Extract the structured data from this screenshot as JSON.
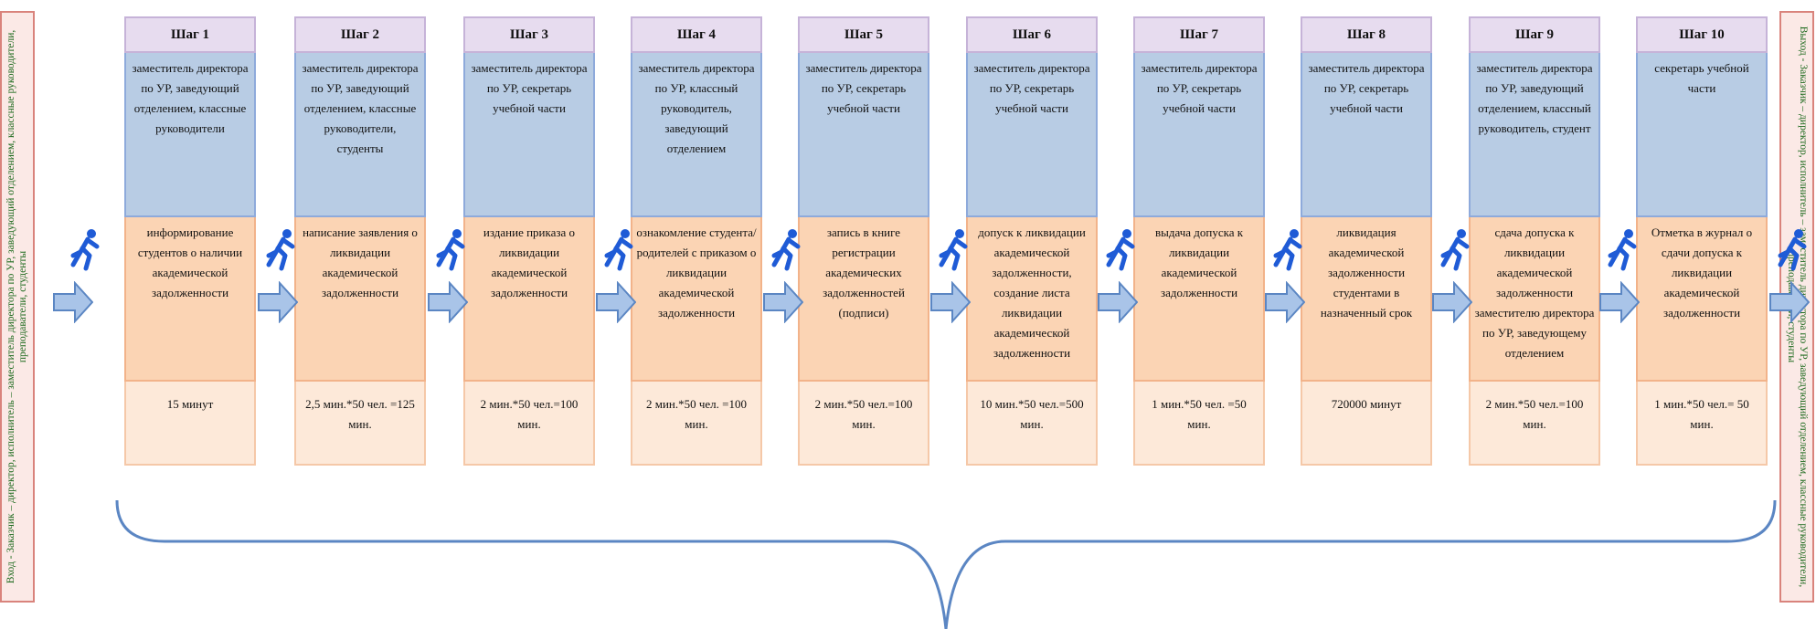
{
  "left_label": "Вход - Заказчик – директор, исполнитель – заместитель директора по УР, заведующий отделением, классные руководители, преподаватели, студенты",
  "right_label": "Выход - Заказчик – директор, исполнитель – заместитель директора по УР, заведующий отделением, классные руководители, преподаватели, студенты",
  "steps": [
    {
      "header": "Шаг 1",
      "roles": "заместитель директора по УР, заведующий отделением, классные руководители",
      "action": "информирование студентов о наличии академической задолженности",
      "time": "15 минут"
    },
    {
      "header": "Шаг 2",
      "roles": "заместитель директора по УР, заведующий отделением, классные руководители, студенты",
      "action": "написание заявления о ликвидации академической задолженности",
      "time": "2,5 мин.*50 чел. =125 мин."
    },
    {
      "header": "Шаг 3",
      "roles": "заместитель директора по УР, секретарь учебной части",
      "action": "издание приказа о ликвидации академической задолженности",
      "time": "2 мин.*50 чел.=100 мин."
    },
    {
      "header": "Шаг 4",
      "roles": "заместитель директора по УР, классный руководитель, заведующий отделением",
      "action": "ознакомление студента/родителей с приказом о ликвидации академической задолженности",
      "time": "2 мин.*50 чел. =100 мин."
    },
    {
      "header": "Шаг 5",
      "roles": "заместитель директора по УР, секретарь учебной части",
      "action": "запись в книге регистрации академических задолженностей (подписи)",
      "time": "2 мин.*50 чел.=100 мин."
    },
    {
      "header": "Шаг 6",
      "roles": "заместитель директора по УР, секретарь учебной части",
      "action": "допуск к ликвидации академической задолженности, создание листа ликвидации академической задолженности",
      "time": "10 мин.*50 чел.=500 мин."
    },
    {
      "header": "Шаг 7",
      "roles": "заместитель директора по УР, секретарь учебной части",
      "action": "выдача допуска к ликвидации академической задолженности",
      "time": "1 мин.*50 чел. =50 мин."
    },
    {
      "header": "Шаг 8",
      "roles": "заместитель директора по УР, секретарь учебной части",
      "action": "ликвидация академической задолженности студентами в назначенный срок",
      "time": "720000 минут"
    },
    {
      "header": "Шаг 9",
      "roles": "заместитель директора по УР, заведующий отделением, классный руководитель, студент",
      "action": "сдача допуска к ликвидации академической задолженности заместителю директора по УР, заведующему отделением",
      "time": "2 мин.*50 чел.=100 мин."
    },
    {
      "header": "Шаг 10",
      "roles": "секретарь учебной части",
      "action": "Отметка в журнал о сдачи допуска к ликвидации академической задолженности",
      "time": "1 мин.*50 чел.= 50 мин."
    }
  ],
  "colors": {
    "header_fill": "#e7dcef",
    "roles_fill": "#b8cce4",
    "action_fill": "#fbd4b4",
    "time_fill": "#fde9d9",
    "arrow_fill": "#a9c4e8",
    "runner": "#1f5bd6",
    "side_text": "#1f6b1f",
    "side_border": "#d9837c",
    "brace": "#5b86c3"
  }
}
